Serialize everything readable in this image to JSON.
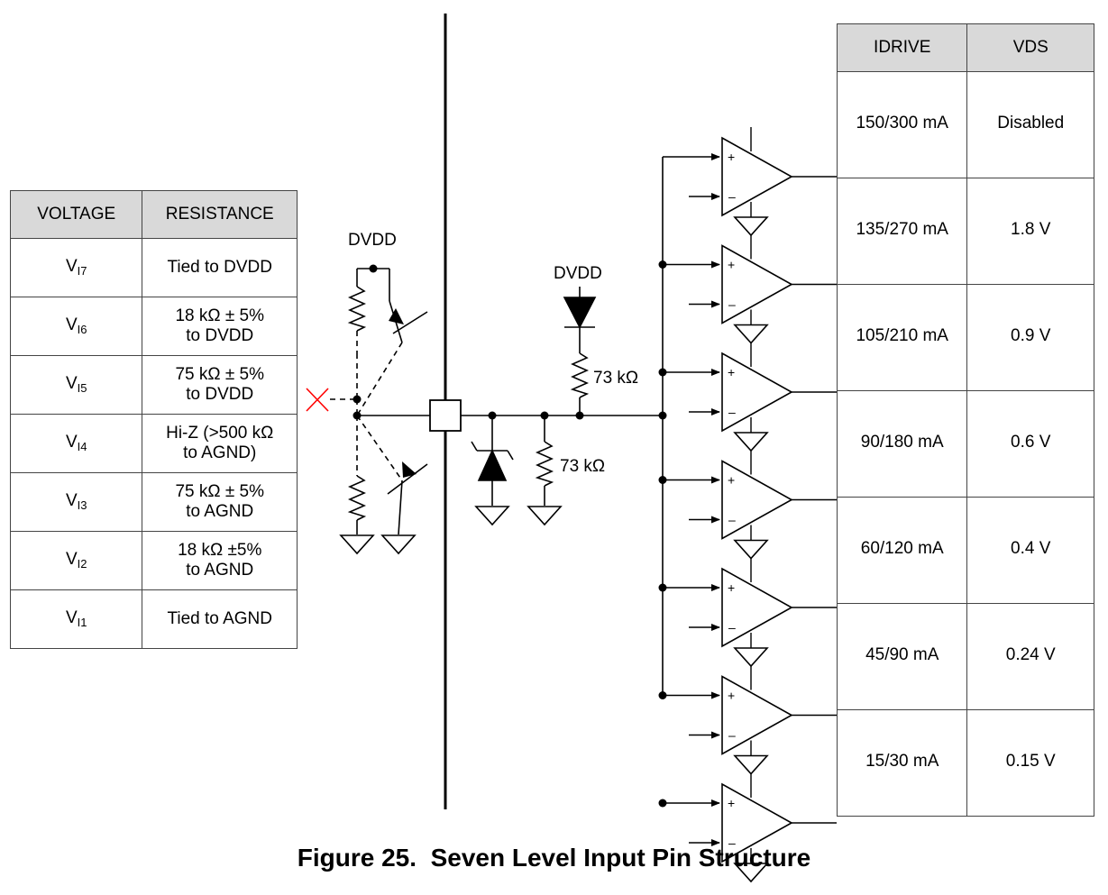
{
  "left_table": {
    "headers": [
      "VOLTAGE",
      "RESISTANCE"
    ],
    "rows": [
      {
        "voltage_main": "V",
        "voltage_sub": "I7",
        "resistance": "Tied to DVDD"
      },
      {
        "voltage_main": "V",
        "voltage_sub": "I6",
        "resistance": "18 kΩ ± 5%\nto DVDD"
      },
      {
        "voltage_main": "V",
        "voltage_sub": "I5",
        "resistance": "75 kΩ ± 5%\nto DVDD"
      },
      {
        "voltage_main": "V",
        "voltage_sub": "I4",
        "resistance": "Hi-Z (>500 kΩ\nto AGND)"
      },
      {
        "voltage_main": "V",
        "voltage_sub": "I3",
        "resistance": "75 kΩ ± 5%\nto AGND"
      },
      {
        "voltage_main": "V",
        "voltage_sub": "I2",
        "resistance": "18 kΩ ±5%\nto AGND"
      },
      {
        "voltage_main": "V",
        "voltage_sub": "I1",
        "resistance": "Tied to AGND"
      }
    ]
  },
  "right_table": {
    "headers": [
      "IDRIVE",
      "VDS"
    ],
    "rows": [
      {
        "idrive": "150/300 mA",
        "vds": "Disabled"
      },
      {
        "idrive": "135/270 mA",
        "vds": "1.8 V"
      },
      {
        "idrive": "105/210 mA",
        "vds": "0.9 V"
      },
      {
        "idrive": "90/180 mA",
        "vds": "0.6 V"
      },
      {
        "idrive": "60/120 mA",
        "vds": "0.4 V"
      },
      {
        "idrive": "45/90 mA",
        "vds": "0.24 V"
      },
      {
        "idrive": "15/30 mA",
        "vds": "0.15 V"
      }
    ]
  },
  "schematic": {
    "dvdd_label_left": "DVDD",
    "dvdd_label_right": "DVDD",
    "resistor_top_label": "73 kΩ",
    "resistor_bottom_label": "73 kΩ",
    "opamp_plus": "+",
    "opamp_minus": "–",
    "no_connect_color": "#ff0000"
  },
  "caption": "Figure 25.  Seven Level Input Pin Structure"
}
